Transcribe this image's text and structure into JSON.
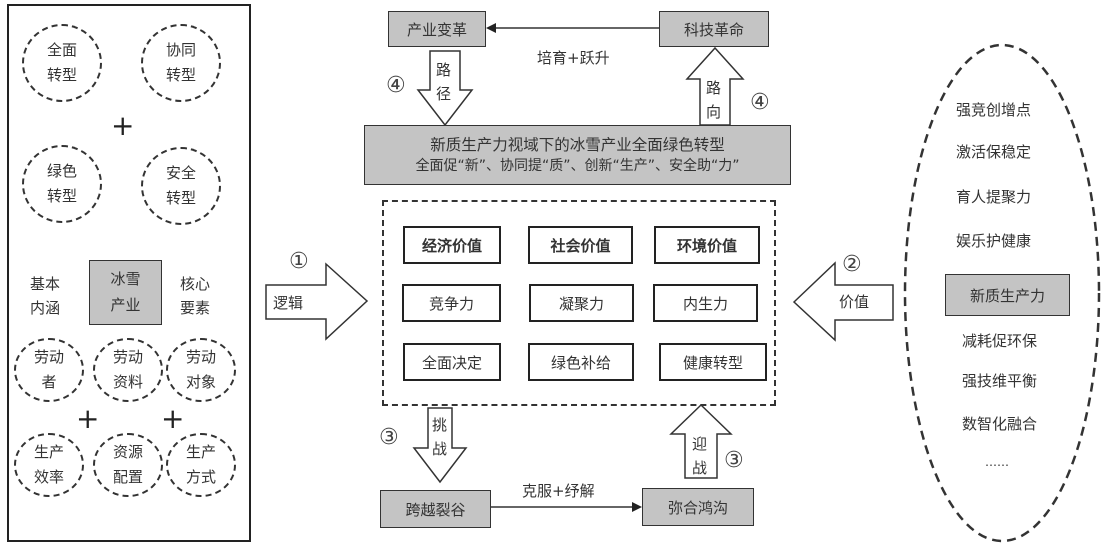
{
  "left_panel": {
    "transform_circles": [
      {
        "line1": "全面",
        "line2": "转型"
      },
      {
        "line1": "协同",
        "line2": "转型"
      },
      {
        "line1": "绿色",
        "line2": "转型"
      },
      {
        "line1": "安全",
        "line2": "转型"
      }
    ],
    "plus": "+",
    "basic_label": {
      "line1": "基本",
      "line2": "内涵"
    },
    "center_box": {
      "line1": "冰雪",
      "line2": "产业"
    },
    "core_label": {
      "line1": "核心",
      "line2": "要素"
    },
    "element_circles": [
      {
        "line1": "劳动",
        "line2": "者"
      },
      {
        "line1": "劳动",
        "line2": "资料"
      },
      {
        "line1": "劳动",
        "line2": "对象"
      },
      {
        "line1": "生产",
        "line2": "效率"
      },
      {
        "line1": "资源",
        "line2": "配置"
      },
      {
        "line1": "生产",
        "line2": "方式"
      }
    ]
  },
  "top": {
    "left_box": "产业变革",
    "right_box": "科技革命",
    "connector_label": "培育+跃升",
    "left_arrow": {
      "num": "④",
      "line1": "路",
      "line2": "径"
    },
    "right_arrow": {
      "num": "④",
      "line1": "路",
      "line2": "向"
    }
  },
  "title_box": {
    "line1": "新质生产力视域下的冰雪产业全面绿色转型",
    "line2": "全面促“新”、协同提“质”、创新“生产”、安全助“力”"
  },
  "center_grid": {
    "rows": [
      [
        "经济价值",
        "社会价值",
        "环境价值"
      ],
      [
        "竞争力",
        "凝聚力",
        "内生力"
      ],
      [
        "全面决定",
        "绿色补给",
        "健康转型"
      ]
    ]
  },
  "side_arrows": {
    "left": {
      "num": "①",
      "label": "逻辑"
    },
    "right": {
      "num": "②",
      "label": "价值"
    }
  },
  "bottom": {
    "left_box": "跨越裂谷",
    "right_box": "弥合鸿沟",
    "connector_label": "克服+纾解",
    "left_arrow": {
      "num": "③",
      "line1": "挑",
      "line2": "战"
    },
    "right_arrow": {
      "num": "③",
      "line1": "迎",
      "line2": "战"
    }
  },
  "right_panel": {
    "items_top": [
      "强竞创增点",
      "激活保稳定",
      "育人提聚力",
      "娱乐护健康"
    ],
    "center_box": "新质生产力",
    "items_bottom": [
      "减耗促环保",
      "强技维平衡",
      "数智化融合",
      "……"
    ]
  }
}
